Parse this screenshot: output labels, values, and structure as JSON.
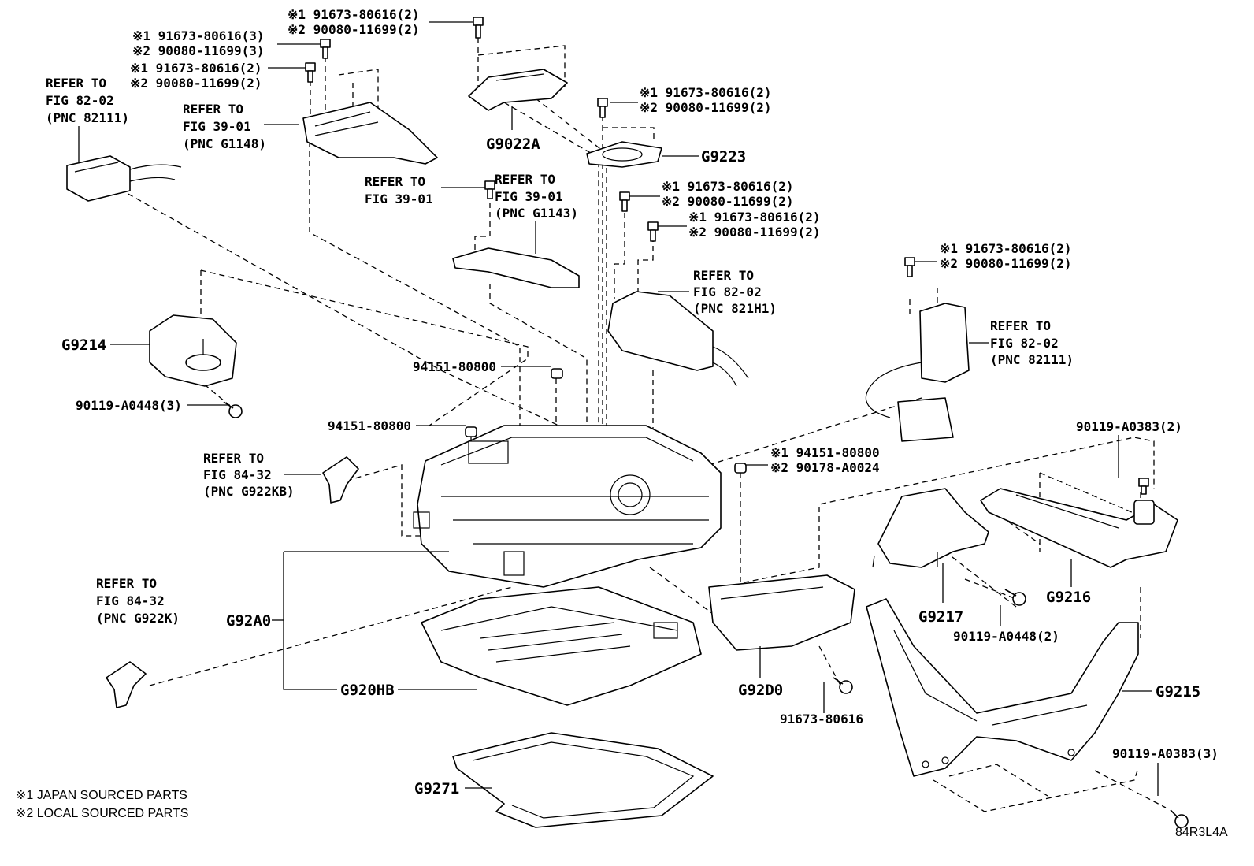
{
  "labels": {
    "bolt_top_center": [
      "※1 91673-80616(2)",
      "※2 90080-11699(2)"
    ],
    "bolt_top_left_a": [
      "※1 91673-80616(3)",
      "※2 90080-11699(3)"
    ],
    "bolt_top_left_b": [
      "※1 91673-80616(2)",
      "※2 90080-11699(2)"
    ],
    "refer_8202_left": [
      "REFER TO",
      "FIG 82-02",
      "(PNC 82111)"
    ],
    "refer_3901_g1148": [
      "REFER TO",
      "FIG 39-01",
      "(PNC G1148)"
    ],
    "part_g9022a": "G9022A",
    "bolt_g9223": [
      "※1 91673-80616(2)",
      "※2 90080-11699(2)"
    ],
    "part_g9223": "G9223",
    "refer_3901_plain": [
      "REFER TO",
      "FIG 39-01"
    ],
    "refer_3901_g1143": [
      "REFER TO",
      "FIG 39-01",
      "(PNC G1143)"
    ],
    "bolt_mid_a": [
      "※1 91673-80616(2)",
      "※2 90080-11699(2)"
    ],
    "bolt_mid_b": [
      "※1 91673-80616(2)",
      "※2 90080-11699(2)"
    ],
    "refer_8202_821h1": [
      "REFER TO",
      "FIG 82-02",
      "(PNC 821H1)"
    ],
    "bolt_right": [
      "※1 91673-80616(2)",
      "※2 90080-11699(2)"
    ],
    "refer_8202_right": [
      "REFER TO",
      "FIG 82-02",
      "(PNC 82111)"
    ],
    "part_g9214": "G9214",
    "bolt_90119_a0448_3": "90119-A0448(3)",
    "nut_94151_upper": "94151-80800",
    "nut_94151_lower": "94151-80800",
    "refer_8432_g922kb": [
      "REFER TO",
      "FIG 84-32",
      "(PNC G922KB)"
    ],
    "nut_right": [
      "※1 94151-80800",
      "※2 90178-A0024"
    ],
    "bolt_90119_a0383_2": "90119-A0383(2)",
    "part_g92a0": "G92A0",
    "refer_8432_g922k": [
      "REFER TO",
      "FIG 84-32",
      "(PNC G922K)"
    ],
    "part_g920hb": "G920HB",
    "part_g92d0": "G92D0",
    "bolt_91673_80616": "91673-80616",
    "part_g9217": "G9217",
    "bolt_90119_a0448_2": "90119-A0448(2)",
    "part_g9216": "G9216",
    "part_g9215": "G9215",
    "bolt_90119_a0383_3": "90119-A0383(3)",
    "part_g9271": "G9271",
    "note_1": "※1 JAPAN SOURCED PARTS",
    "note_2": "※2 LOCAL SOURCED PARTS",
    "figure_code": "84R3L4A"
  }
}
